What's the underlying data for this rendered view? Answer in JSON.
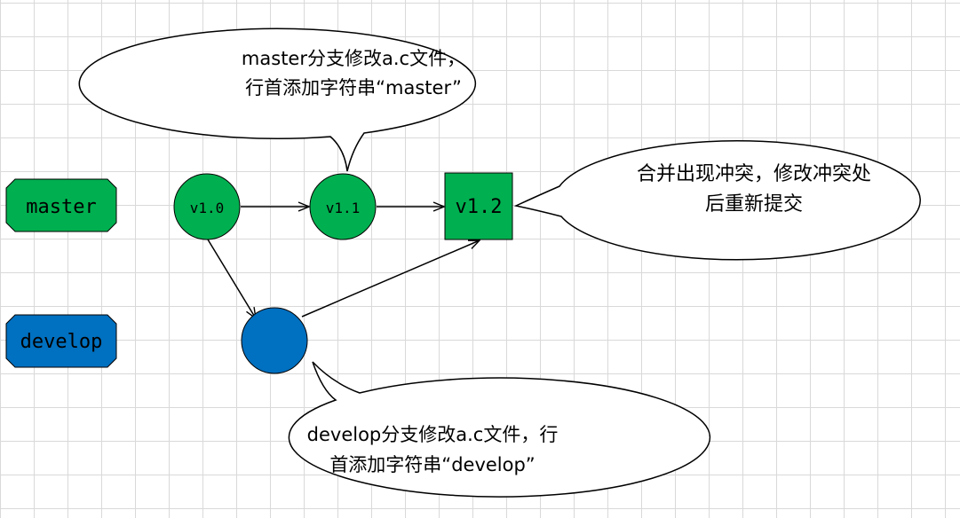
{
  "branches": {
    "master_label": "master",
    "develop_label": "develop"
  },
  "commits": {
    "v1_0": "v1.0",
    "v1_1": "v1.1",
    "v1_2": "v1.2"
  },
  "callouts": {
    "master": {
      "line1": "master分支修改a.c文件，",
      "line2": "行首添加字符串“master”"
    },
    "merge": {
      "line1": "合并出现冲突，修改冲突处",
      "line2": "后重新提交"
    },
    "develop": {
      "line1": "develop分支修改a.c文件，行",
      "line2": "首添加字符串“develop”"
    }
  },
  "colors": {
    "green": "#00b050",
    "blue": "#0070c0",
    "outline": "#000000"
  }
}
